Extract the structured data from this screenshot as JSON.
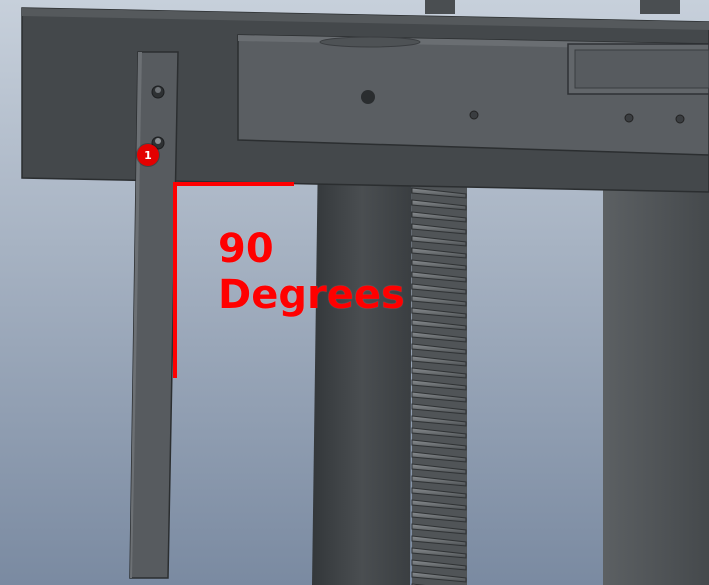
{
  "scene": {
    "description_colors": {
      "background_top": "#b7c3d1",
      "background_bottom": "#7e8fa6",
      "frame_dark": "#3f4244",
      "frame_light": "#5b5f64",
      "post": "#404445",
      "screw": "#6a6e72",
      "annotation": "#ff0000"
    }
  },
  "annotation": {
    "line1": "90",
    "line2": "Degrees"
  },
  "marker": {
    "label": "1"
  }
}
